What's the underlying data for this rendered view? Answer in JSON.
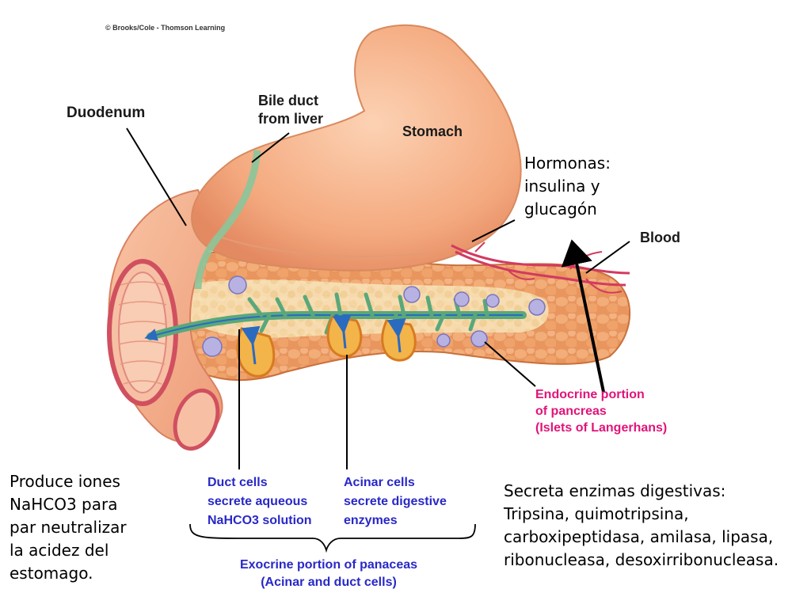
{
  "copyright": "© Brooks/Cole - Thomson Learning",
  "labels": {
    "duodenum": "Duodenum",
    "bile_duct": [
      "Bile duct",
      "from liver"
    ],
    "stomach": "Stomach",
    "blood": "Blood",
    "endocrine": [
      "Endocrine portion",
      "of pancreas",
      "(Islets of Langerhans)"
    ],
    "duct_cells": [
      "Duct cells",
      "secrete aqueous",
      "NaHCO3 solution"
    ],
    "acinar_cells": [
      "Acinar cells",
      "secrete digestive",
      "enzymes"
    ],
    "exocrine": [
      "Exocrine portion of panaceas",
      "(Acinar and duct cells)"
    ]
  },
  "notes": {
    "hormonas": [
      "Hormonas:",
      "insulina y",
      "glucagón"
    ],
    "produce": [
      "Produce iones",
      "NaHCO3 para",
      "par neutralizar",
      "la acidez del",
      "estomago."
    ],
    "secreta": [
      "Secreta enzimas digestivas:",
      "Tripsina, quimotripsina,",
      "carboxipeptidasa, amilasa, lipasa,",
      "ribonucleasa, desoxirribonucleasa."
    ]
  },
  "colors": {
    "stomach": "#f6b48a",
    "pancreas": "#e9955e",
    "duct": "#5aa87a",
    "blood_vessel": "#d23a60",
    "islet": "#8a84c8",
    "label_blue": "#2828c8",
    "label_pink": "#e0147a"
  }
}
